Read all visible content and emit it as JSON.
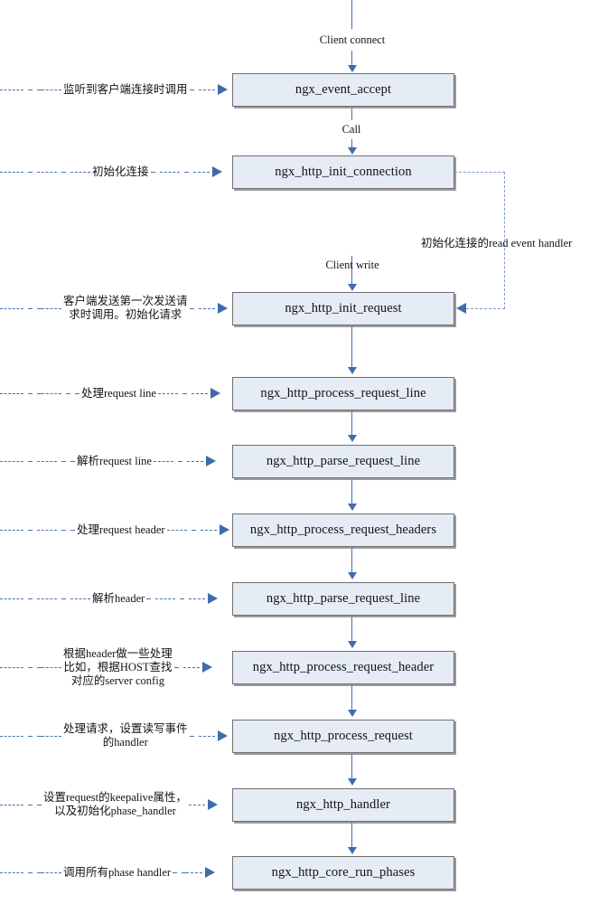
{
  "diagram": {
    "title": "nginx HTTP request processing call flow",
    "colors": {
      "node_fill": "#e5ecf6",
      "node_border": "#6f6f6f",
      "node_shadow": "#9c9c9c",
      "connector": "#4a6fa5",
      "arrow": "#3f6cab",
      "dash_annotation": "#4a72ad",
      "dash_loop": "#7e9ccc",
      "text": "#141414",
      "background": "#ffffff"
    },
    "nodes": [
      {
        "id": "ngx_event_accept",
        "label": "ngx_event_accept"
      },
      {
        "id": "ngx_http_init_connection",
        "label": "ngx_http_init_connection"
      },
      {
        "id": "ngx_http_init_request",
        "label": "ngx_http_init_request"
      },
      {
        "id": "ngx_http_process_request_line",
        "label": "ngx_http_process_request_line"
      },
      {
        "id": "ngx_http_parse_request_line_1",
        "label": "ngx_http_parse_request_line"
      },
      {
        "id": "ngx_http_process_request_headers",
        "label": "ngx_http_process_request_headers"
      },
      {
        "id": "ngx_http_parse_request_line_2",
        "label": "ngx_http_parse_request_line"
      },
      {
        "id": "ngx_http_process_request_header",
        "label": "ngx_http_process_request_header"
      },
      {
        "id": "ngx_http_process_request",
        "label": "ngx_http_process_request"
      },
      {
        "id": "ngx_http_handler",
        "label": "ngx_http_handler"
      },
      {
        "id": "ngx_http_core_run_phases",
        "label": "ngx_http_core_run_phases"
      }
    ],
    "spine_labels": [
      {
        "id": "client-connect",
        "text": "Client connect"
      },
      {
        "id": "call",
        "text": "Call"
      },
      {
        "id": "client-write",
        "text": "Client write"
      }
    ],
    "annotations": [
      {
        "id": "annot-accept",
        "lines": [
          "监听到客户端连接时调用"
        ]
      },
      {
        "id": "annot-init-connection",
        "lines": [
          "初始化连接"
        ]
      },
      {
        "id": "annot-init-request",
        "lines": [
          "客户端发送第一次发送请",
          "求时调用。初始化请求"
        ]
      },
      {
        "id": "annot-process-request-line",
        "lines": [
          "处理request line"
        ]
      },
      {
        "id": "annot-parse-request-line",
        "lines": [
          "解析request line"
        ]
      },
      {
        "id": "annot-process-request-headers",
        "lines": [
          "处理request header"
        ]
      },
      {
        "id": "annot-parse-header",
        "lines": [
          "解析header"
        ]
      },
      {
        "id": "annot-process-request-header",
        "lines": [
          "根据header做一些处理",
          "比如，根据HOST查找",
          "对应的server config"
        ]
      },
      {
        "id": "annot-process-request",
        "lines": [
          "处理请求，设置读写事件",
          "的handler"
        ]
      },
      {
        "id": "annot-handler",
        "lines": [
          "设置request的keepalive属性，",
          "以及初始化phase_handler"
        ]
      },
      {
        "id": "annot-run-phases",
        "lines": [
          "调用所有phase handler"
        ]
      }
    ],
    "feedback_loop": {
      "id": "read-event-handler-loop",
      "label": "初始化连接的read event handler",
      "from": "ngx_http_init_connection",
      "to": "ngx_http_init_request"
    }
  }
}
